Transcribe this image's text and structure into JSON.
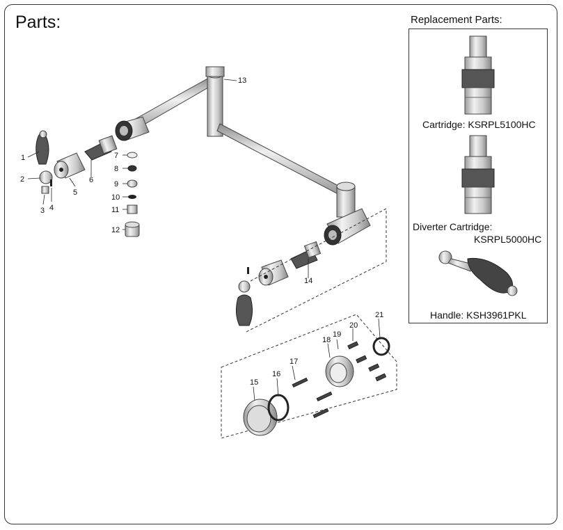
{
  "title": "Parts:",
  "replacement": {
    "title": "Replacement Parts:",
    "items": [
      {
        "label": "Cartridge: KSRPL5100HC"
      },
      {
        "label_line1": "Diverter Cartridge:",
        "label_line2": "KSRPL5000HC"
      },
      {
        "label": "Handle: KSH3961PKL"
      }
    ]
  },
  "callouts": [
    "1",
    "2",
    "3",
    "4",
    "5",
    "6",
    "7",
    "8",
    "9",
    "10",
    "11",
    "12",
    "13",
    "14",
    "15",
    "16",
    "17",
    "18",
    "19",
    "20",
    "21"
  ]
}
